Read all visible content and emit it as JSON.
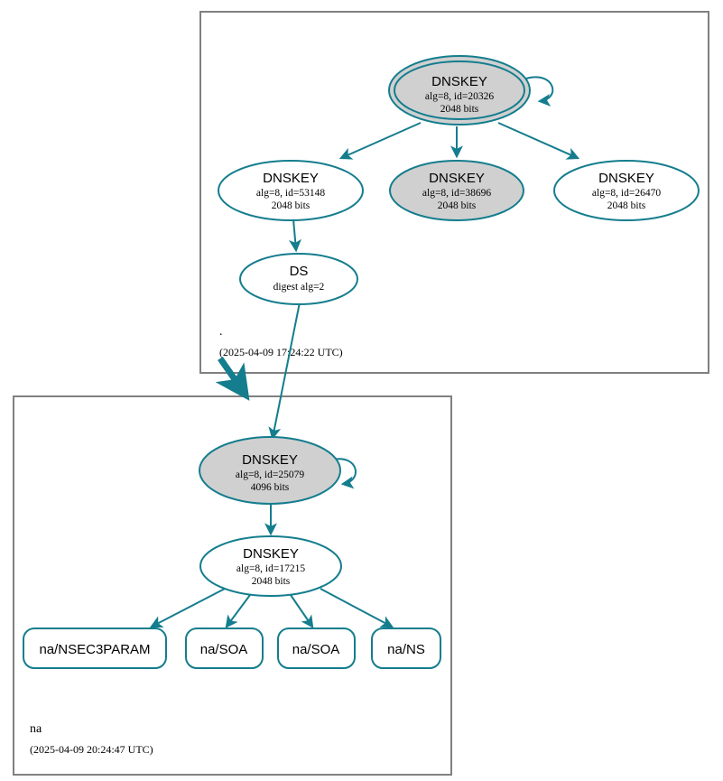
{
  "diagram": {
    "type": "dnssec-trust-chain",
    "colors": {
      "edge": "#147d8e",
      "node_stroke": "#147d8e",
      "node_fill_secure": "#d0d0d0",
      "node_fill_plain": "#ffffff",
      "zone_border": "#808080",
      "text": "#000000",
      "background": "#ffffff"
    }
  },
  "zones": [
    {
      "id": "root",
      "name": ".",
      "timestamp": "(2025-04-09 17:24:22 UTC)",
      "nodes": [
        {
          "id": "root-ksk",
          "kind": "DNSKEY",
          "title": "DNSKEY",
          "line1": "alg=8, id=20326",
          "line2": "2048 bits",
          "alg": 8,
          "key_id": 20326,
          "bits": 2048,
          "shape": "double-ellipse",
          "filled": true,
          "self_signed": true
        },
        {
          "id": "root-zsk-53148",
          "kind": "DNSKEY",
          "title": "DNSKEY",
          "line1": "alg=8, id=53148",
          "line2": "2048 bits",
          "alg": 8,
          "key_id": 53148,
          "bits": 2048,
          "shape": "ellipse",
          "filled": false,
          "self_signed": false
        },
        {
          "id": "root-zsk-38696",
          "kind": "DNSKEY",
          "title": "DNSKEY",
          "line1": "alg=8, id=38696",
          "line2": "2048 bits",
          "alg": 8,
          "key_id": 38696,
          "bits": 2048,
          "shape": "ellipse",
          "filled": true,
          "self_signed": false
        },
        {
          "id": "root-zsk-26470",
          "kind": "DNSKEY",
          "title": "DNSKEY",
          "line1": "alg=8, id=26470",
          "line2": "2048 bits",
          "alg": 8,
          "key_id": 26470,
          "bits": 2048,
          "shape": "ellipse",
          "filled": false,
          "self_signed": false
        },
        {
          "id": "root-ds",
          "kind": "DS",
          "title": "DS",
          "line1": "digest alg=2",
          "line2": "",
          "digest_alg": 2,
          "shape": "ellipse",
          "filled": false,
          "self_signed": false
        }
      ]
    },
    {
      "id": "na",
      "name": "na",
      "timestamp": "(2025-04-09 20:24:47 UTC)",
      "nodes": [
        {
          "id": "na-ksk",
          "kind": "DNSKEY",
          "title": "DNSKEY",
          "line1": "alg=8, id=25079",
          "line2": "4096 bits",
          "alg": 8,
          "key_id": 25079,
          "bits": 4096,
          "shape": "ellipse",
          "filled": true,
          "self_signed": true
        },
        {
          "id": "na-zsk",
          "kind": "DNSKEY",
          "title": "DNSKEY",
          "line1": "alg=8, id=17215",
          "line2": "2048 bits",
          "alg": 8,
          "key_id": 17215,
          "bits": 2048,
          "shape": "ellipse",
          "filled": false,
          "self_signed": false
        }
      ],
      "rrsets": [
        {
          "id": "rr-nsec3param",
          "label": "na/NSEC3PARAM"
        },
        {
          "id": "rr-soa-1",
          "label": "na/SOA"
        },
        {
          "id": "rr-soa-2",
          "label": "na/SOA"
        },
        {
          "id": "rr-ns",
          "label": "na/NS"
        }
      ]
    }
  ]
}
